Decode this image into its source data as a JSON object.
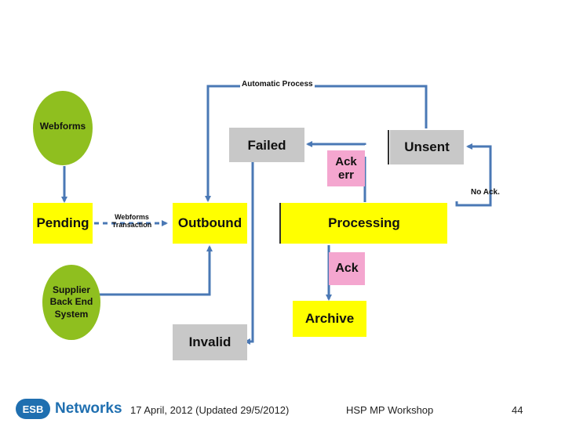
{
  "nodes": {
    "webforms": "Webforms",
    "supplier": "Supplier Back End System",
    "pending": "Pending",
    "outbound": "Outbound",
    "failed": "Failed",
    "ack_err": "Ack err",
    "unsent": "Unsent",
    "processing": "Processing",
    "ack": "Ack",
    "archive": "Archive",
    "invalid": "Invalid"
  },
  "edge_labels": {
    "automatic_process": "Automatic Process",
    "webforms_transaction": "Webforms Transaction",
    "no_ack": "No Ack."
  },
  "footer": {
    "logo_text": "Networks",
    "date": "17 April, 2012 (Updated 29/5/2012)",
    "event": "HSP MP Workshop",
    "page": "44"
  },
  "colors": {
    "arrow": "#4a78b5",
    "yellow": "#ffff00",
    "gray": "#c8c8c8",
    "pink": "#f4a6cf",
    "green": "#8fbf1f",
    "logo_blue": "#1f6fb0"
  }
}
